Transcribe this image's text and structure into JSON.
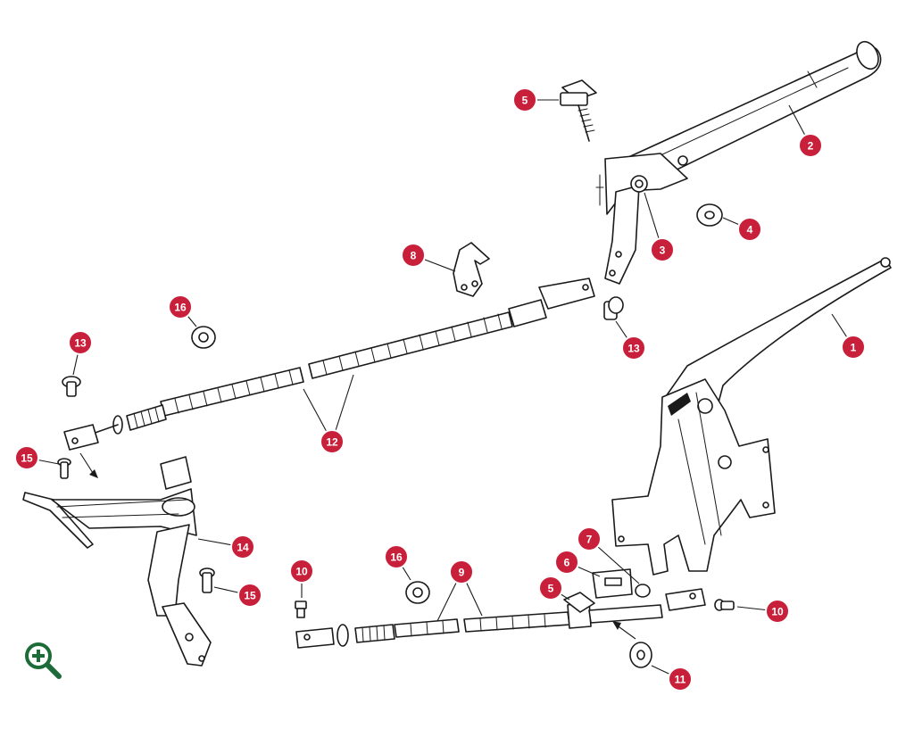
{
  "colors": {
    "callout_fill": "#c8203a",
    "callout_text": "#ffffff",
    "line_art": "#1a1a1a",
    "zoom_icon": "#1e6b3a"
  },
  "callouts": [
    {
      "label": "1"
    },
    {
      "label": "2"
    },
    {
      "label": "3"
    },
    {
      "label": "4"
    },
    {
      "label": "5"
    },
    {
      "label": "5"
    },
    {
      "label": "6"
    },
    {
      "label": "7"
    },
    {
      "label": "8"
    },
    {
      "label": "9"
    },
    {
      "label": "10"
    },
    {
      "label": "10"
    },
    {
      "label": "11"
    },
    {
      "label": "12"
    },
    {
      "label": "13"
    },
    {
      "label": "13"
    },
    {
      "label": "14"
    },
    {
      "label": "15"
    },
    {
      "label": "15"
    },
    {
      "label": "16"
    },
    {
      "label": "16"
    }
  ],
  "toolbar": {
    "zoom_icon": "zoom-in-icon"
  }
}
